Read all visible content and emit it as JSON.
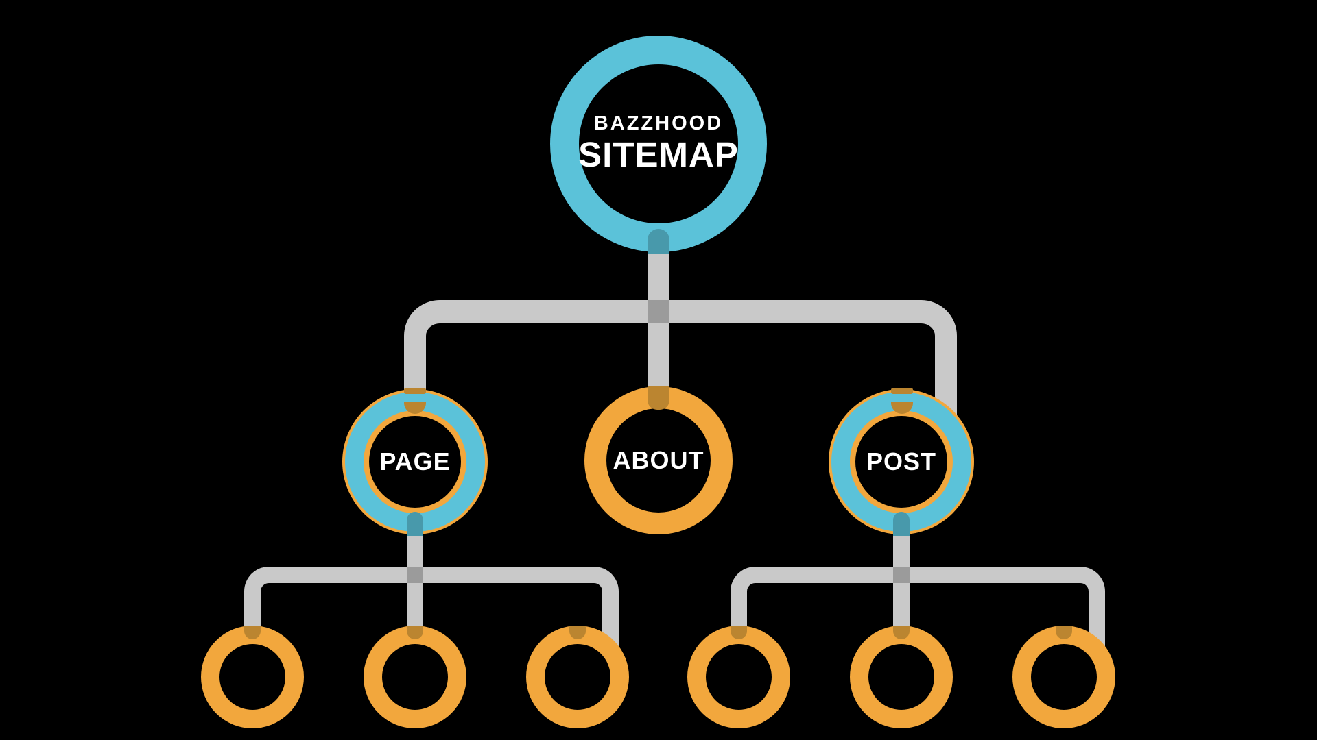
{
  "diagram": {
    "type": "sitemap-tree",
    "root": {
      "brand": "BAZZHOOD",
      "title": "SITEMAP"
    },
    "level1": {
      "page": {
        "label": "PAGE"
      },
      "about": {
        "label": "ABOUT"
      },
      "post": {
        "label": "POST"
      }
    },
    "level2": {
      "page_children": 3,
      "about_children": 0,
      "post_children": 3,
      "child_labels": []
    }
  },
  "colors": {
    "bg": "#000000",
    "teal": "#5bc2d9",
    "orange": "#f2a73d",
    "connector": "#c9c9c9",
    "connector_overlap": "#9b9b9b",
    "nub_teal": "#4899ab",
    "nub_orange": "#bb8530",
    "text": "#ffffff",
    "node_fill": "#000000"
  }
}
